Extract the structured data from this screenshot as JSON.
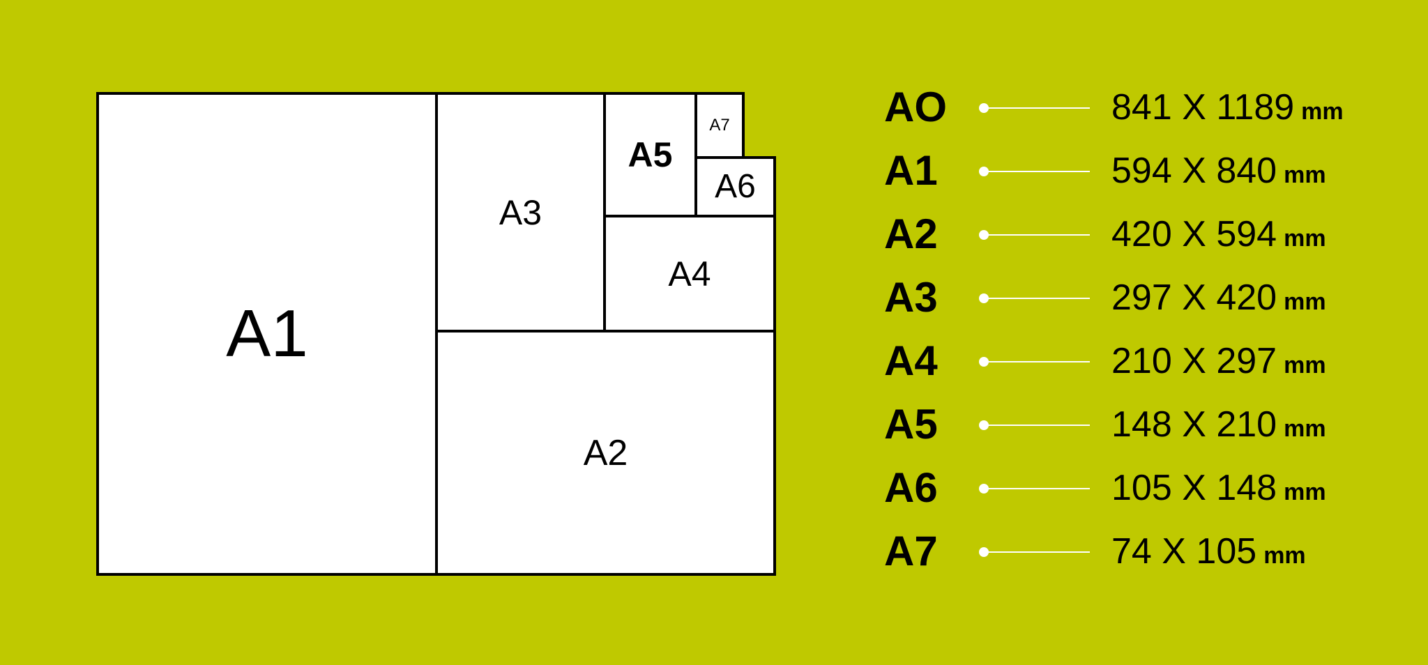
{
  "sheets": {
    "a1": "A1",
    "a2": "A2",
    "a3": "A3",
    "a4": "A4",
    "a5": "A5",
    "a6": "A6",
    "a7": "A7"
  },
  "legend": [
    {
      "code": "AO",
      "size": "841 X 1189",
      "unit": "mm"
    },
    {
      "code": "A1",
      "size": "594 X 840",
      "unit": "mm"
    },
    {
      "code": "A2",
      "size": "420 X 594",
      "unit": "mm"
    },
    {
      "code": "A3",
      "size": "297 X 420",
      "unit": "mm"
    },
    {
      "code": "A4",
      "size": "210 X 297",
      "unit": "mm"
    },
    {
      "code": "A5",
      "size": "148 X 210",
      "unit": "mm"
    },
    {
      "code": "A6",
      "size": "105 X 148",
      "unit": "mm"
    },
    {
      "code": "A7",
      "size": "74 X 105",
      "unit": "mm"
    }
  ],
  "colors": {
    "background": "#bfc900",
    "sheet_fill": "#ffffff",
    "sheet_border": "#000000",
    "connector": "#ffffff"
  }
}
